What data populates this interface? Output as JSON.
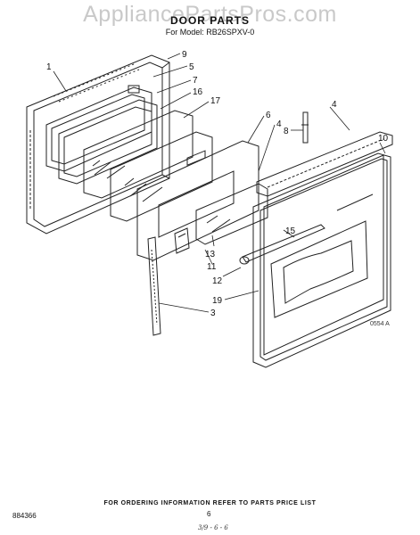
{
  "watermark": "AppliancePartsPros.com",
  "title": "DOOR PARTS",
  "model_line": "For Model: RB26SPXV-0",
  "diagram_code": "0554 A",
  "footer_text": "FOR ORDERING INFORMATION REFER TO PARTS PRICE LIST",
  "document_number": "884366",
  "page_number": "6",
  "handwritten_note": "3/9 - 6 - 6",
  "callouts": [
    "1",
    "9",
    "5",
    "7",
    "16",
    "17",
    "6",
    "4",
    "8",
    "4",
    "10",
    "15",
    "13",
    "11",
    "12",
    "19",
    "3"
  ]
}
